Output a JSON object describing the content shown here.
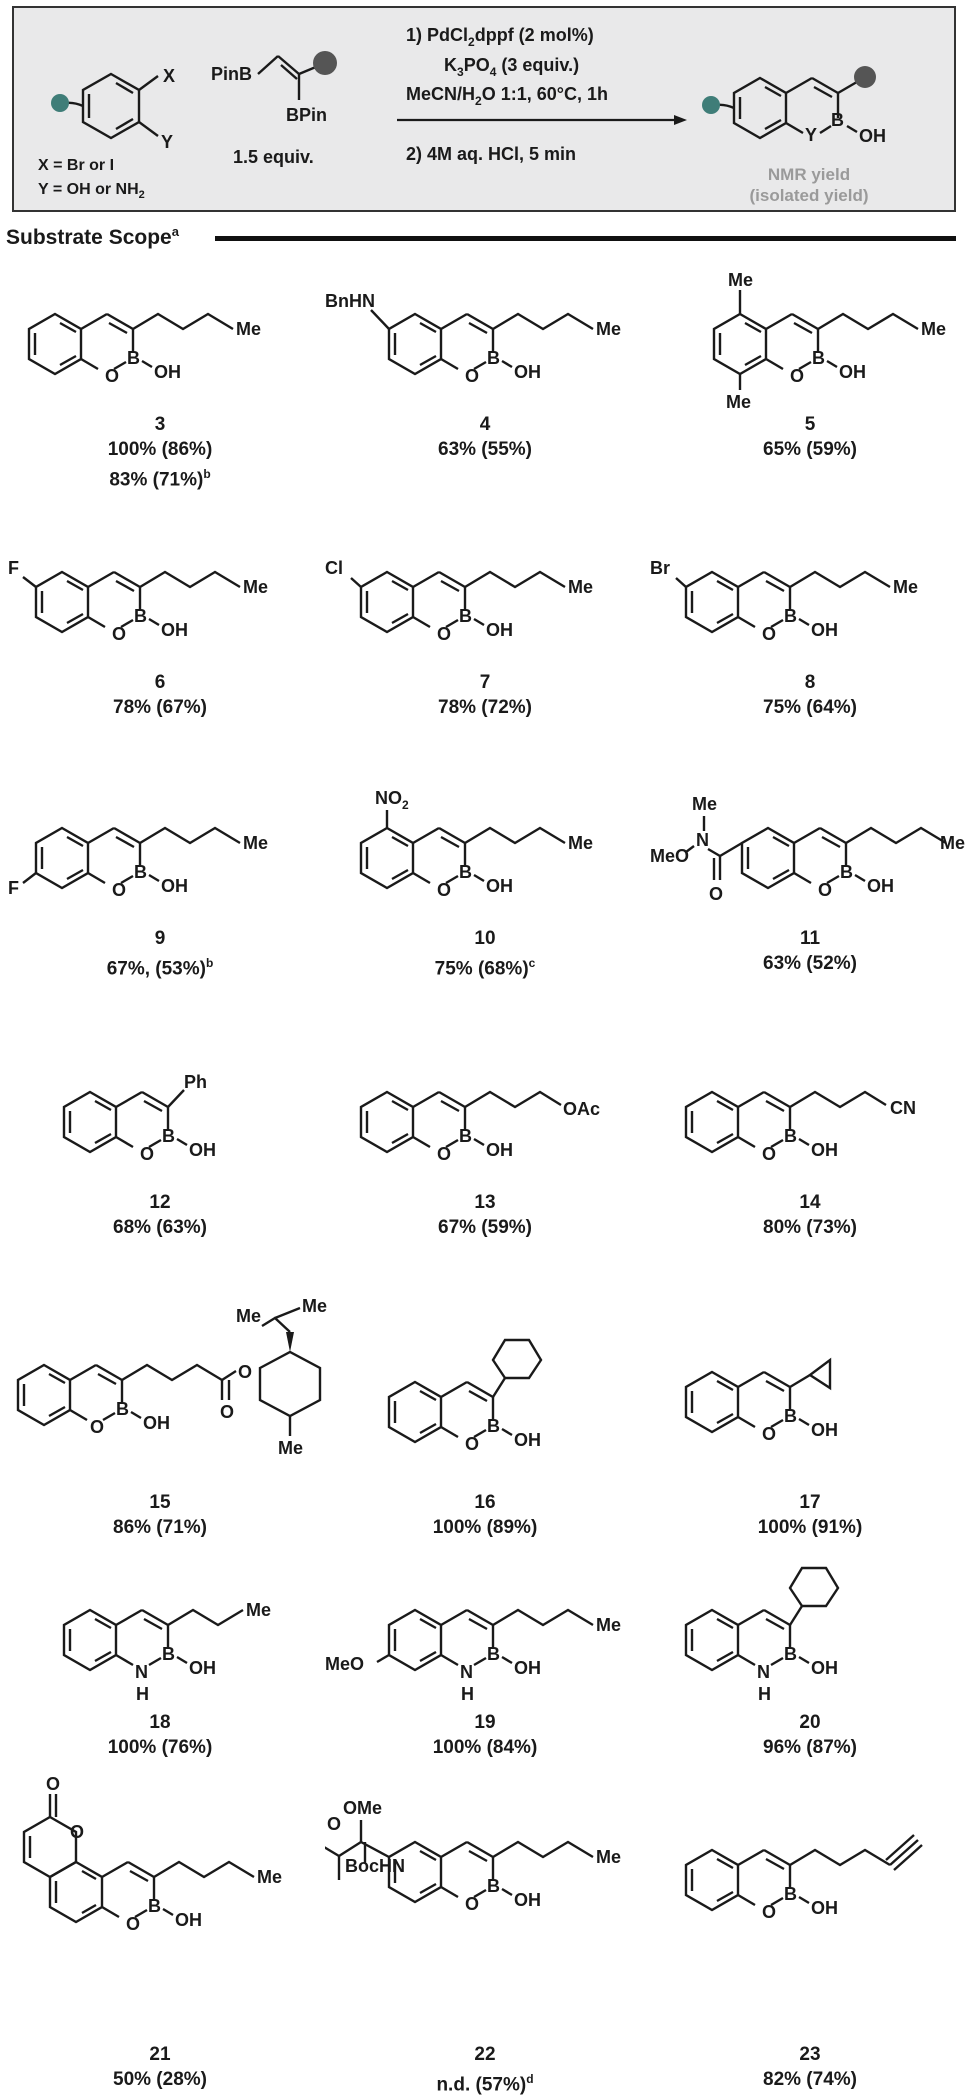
{
  "colors": {
    "substituent_dot": "#3f7d78",
    "scheme_background": "#e9e9ea",
    "product_dot": "#555555"
  },
  "scheme": {
    "aryl_labels": {
      "x": "X",
      "y": "Y"
    },
    "x_note": "X = Br or I",
    "y_note_prefix": "Y = OH or NH",
    "y_note_sub": "2",
    "pinb_left": "PinB",
    "bpin_right": "BPin",
    "equiv": "1.5 equiv.",
    "step1_a": "1) PdCl",
    "step1_a_sub": "2",
    "step1_a_rest": "dppf (2 mol%)",
    "step1_b_k": "K",
    "step1_b_sub1": "3",
    "step1_b_po": "PO",
    "step1_b_sub2": "4",
    "step1_b_rest": " (3 equiv.)",
    "step1_c_a": "MeCN/H",
    "step1_c_sub": "2",
    "step1_c_rest": "O 1:1, 60°C, 1h",
    "step2": "2)  4M aq. HCl, 5 min",
    "product_y": "Y",
    "product_b": "B",
    "product_oh": "OH",
    "yield_note_1": "NMR yield",
    "yield_note_2": "(isolated yield)"
  },
  "section_title": "Substrate Scope",
  "section_title_sup": "a",
  "atoms": {
    "O": "O",
    "B": "B",
    "OH": "OH",
    "N": "N",
    "H": "H",
    "Me": "Me"
  },
  "compounds": [
    {
      "id": "3",
      "yield": "100% (86%)",
      "yield2": "83% (71%)",
      "yield2_sup": "b"
    },
    {
      "id": "4",
      "yield": "63% (55%)",
      "subst": "BnHN"
    },
    {
      "id": "5",
      "yield": "65% (59%)",
      "subst": "Me",
      "subst2": "Me"
    },
    {
      "id": "6",
      "yield": "78% (67%)",
      "subst": "F"
    },
    {
      "id": "7",
      "yield": "78% (72%)",
      "subst": "Cl"
    },
    {
      "id": "8",
      "yield": "75% (64%)",
      "subst": "Br"
    },
    {
      "id": "9",
      "yield": "67%, (53%)",
      "yield_sup": "b",
      "subst": "F"
    },
    {
      "id": "10",
      "yield": "75% (68%)",
      "yield_sup": "c",
      "subst": "NO",
      "subst_sub": "2"
    },
    {
      "id": "11",
      "yield": "63% (52%)",
      "subst": "MeO",
      "subst2": "N",
      "subst3": "Me",
      "subst4": "O"
    },
    {
      "id": "12",
      "yield": "68% (63%)",
      "subst": "Ph"
    },
    {
      "id": "13",
      "yield": "67% (59%)",
      "subst": "OAc"
    },
    {
      "id": "14",
      "yield": "80% (73%)",
      "subst": "CN"
    },
    {
      "id": "15",
      "yield": "86% (71%)",
      "subst": "O",
      "subst2": "O",
      "subst3": "Me",
      "subst4": "Me",
      "subst5": "Me"
    },
    {
      "id": "16",
      "yield": "100% (89%)"
    },
    {
      "id": "17",
      "yield": "100% (91%)"
    },
    {
      "id": "18",
      "yield": "100% (76%)"
    },
    {
      "id": "19",
      "yield": "100% (84%)",
      "subst": "MeO"
    },
    {
      "id": "20",
      "yield": "96% (87%)"
    },
    {
      "id": "21",
      "yield": "50% (28%)",
      "subst": "O",
      "subst2": "O"
    },
    {
      "id": "22",
      "yield": "n.d. (57%)",
      "yield_sup": "d",
      "subst": "OMe",
      "subst2": "O",
      "subst3": "BocHN"
    },
    {
      "id": "23",
      "yield": "82% (74%)"
    }
  ]
}
